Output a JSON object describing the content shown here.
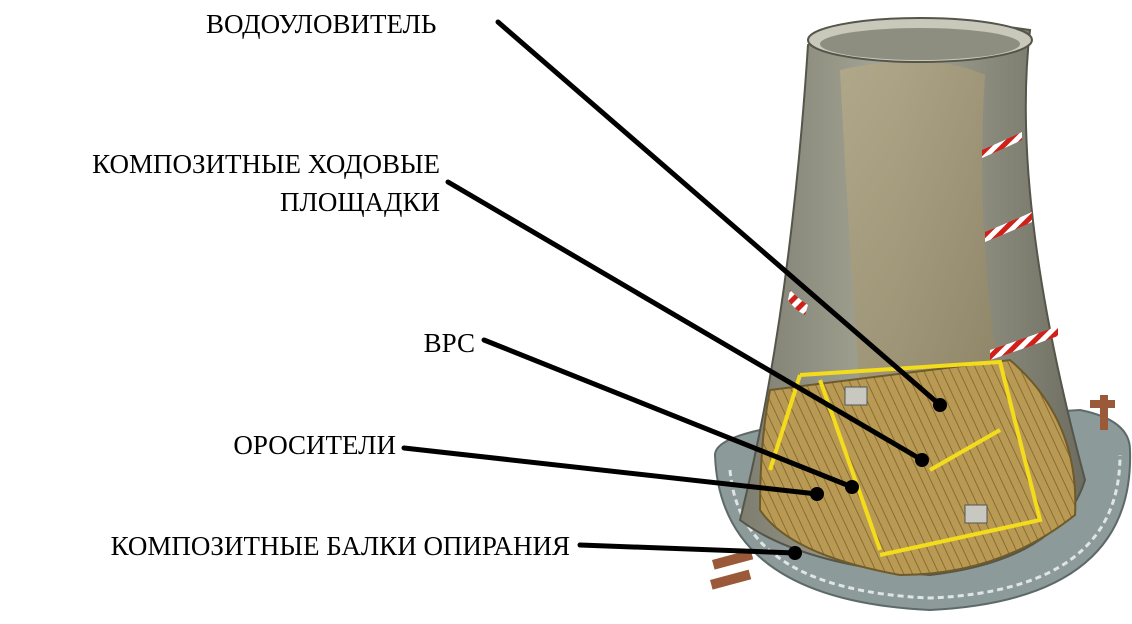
{
  "labels": {
    "water_eliminator": "ВОДОУЛОВИТЕЛЬ",
    "walkways_line1": "КОМПОЗИТНЫЕ ХОДОВЫЕ",
    "walkways_line2": "ПЛОЩАДКИ",
    "vrs": "ВРС",
    "sprinklers": "ОРОСИТЕЛИ",
    "support_beams": "КОМПОЗИТНЫЕ БАЛКИ ОПИРАНИЯ"
  },
  "colors": {
    "shell": "#9a9a8c",
    "shell_dark": "#6f6f62",
    "shell_inner": "#b8ae8f",
    "fill_yellow": "#e8d21a",
    "fill_pack": "#b99a55",
    "basin": "#8c9a9a",
    "warning_red": "#d0201a",
    "leader": "#000000"
  }
}
